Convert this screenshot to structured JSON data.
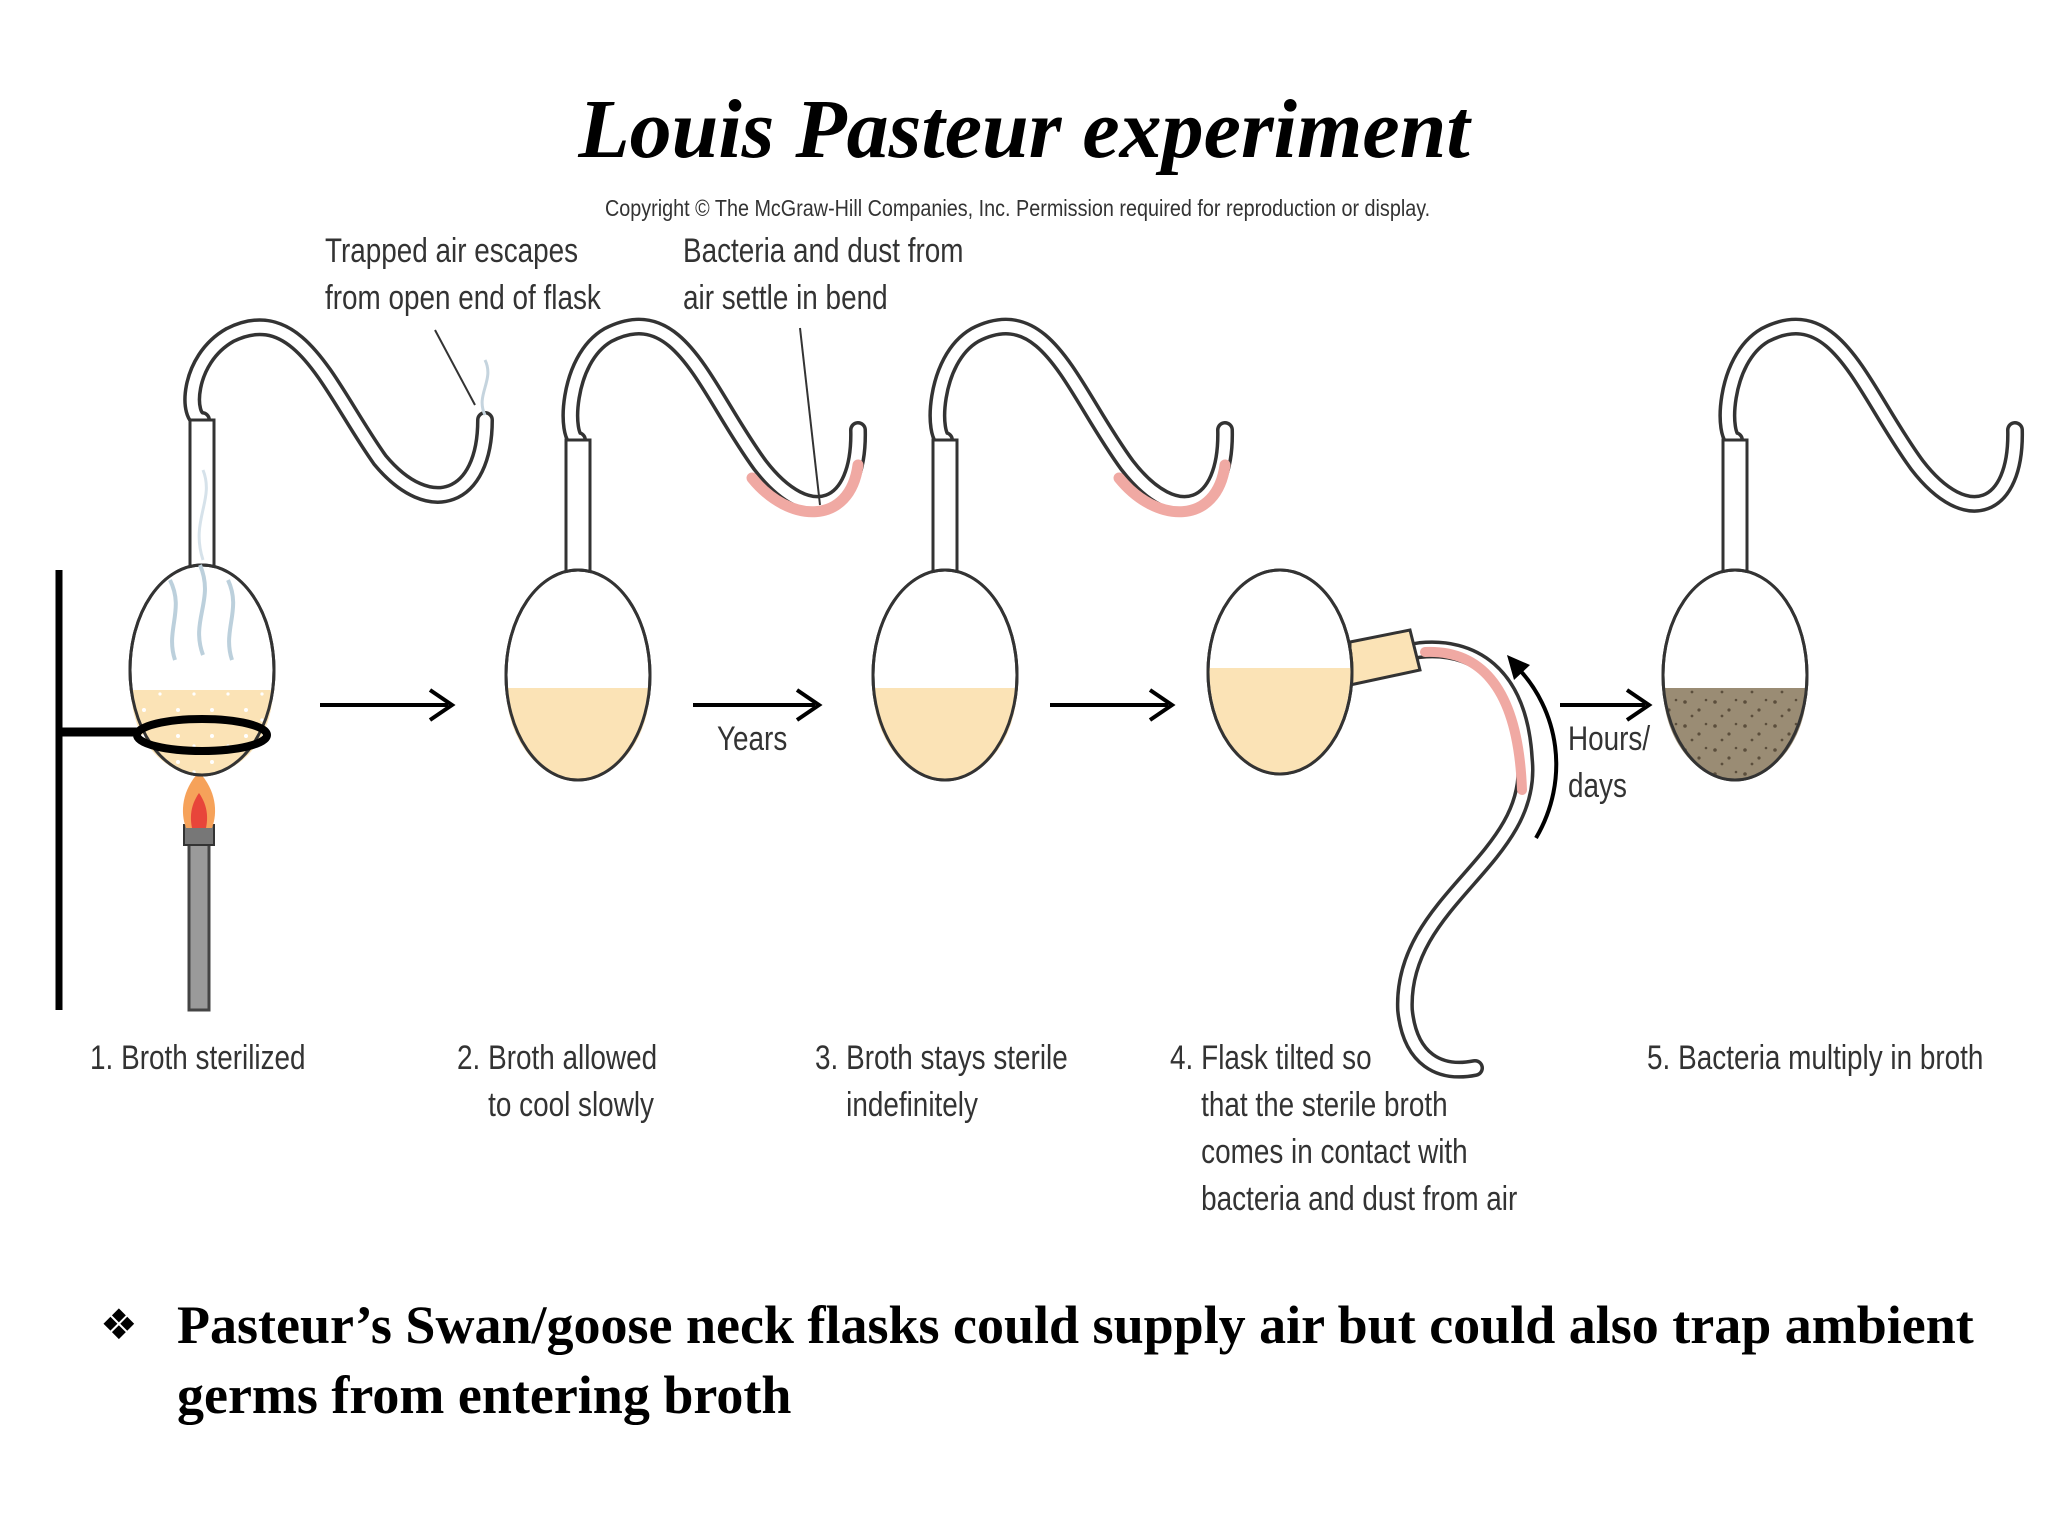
{
  "title": "Louis Pasteur experiment",
  "copyright": "Copyright © The McGraw-Hill Companies, Inc. Permission required for reproduction or display.",
  "callouts": {
    "trapped_air": [
      "Trapped air escapes",
      "from open end of flask"
    ],
    "bacteria_dust": [
      "Bacteria and dust from",
      "air settle in bend"
    ]
  },
  "arrows": {
    "years": "Years",
    "hours_days": [
      "Hours/",
      "days"
    ]
  },
  "steps": [
    {
      "num": "1.",
      "lines": [
        "Broth sterilized"
      ]
    },
    {
      "num": "2.",
      "lines": [
        "Broth allowed",
        "to cool slowly"
      ]
    },
    {
      "num": "3.",
      "lines": [
        "Broth stays sterile",
        "indefinitely"
      ]
    },
    {
      "num": "4.",
      "lines": [
        "Flask tilted so",
        "that the sterile broth",
        "comes in contact with",
        "bacteria and dust from air"
      ]
    },
    {
      "num": "5.",
      "lines": [
        "Bacteria multiply in broth"
      ]
    }
  ],
  "bullet": {
    "symbol": "❖",
    "text": "Pasteur’s Swan/goose neck flasks could supply air but could also trap ambient germs from entering broth"
  },
  "colors": {
    "broth": "#fbe3b6",
    "sediment": "#f0a9a3",
    "contaminated_broth": "#9a8c74",
    "flame_outer": "#f6a25a",
    "flame_inner": "#e8453a"
  }
}
